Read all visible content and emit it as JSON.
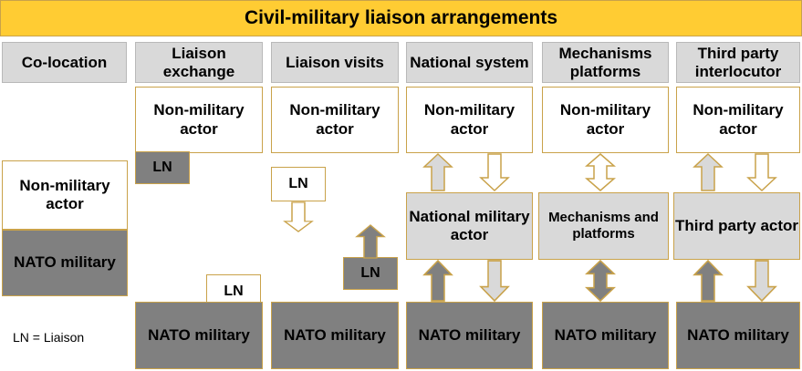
{
  "title": "Civil-military liaison arrangements",
  "headers": {
    "colocation": "Co-location",
    "liaison_exchange": "Liaison exchange",
    "liaison_visits": "Liaison visits",
    "national_system": "National system",
    "mechanisms_platforms": "Mechanisms platforms",
    "third_party": "Third party interlocutor"
  },
  "non_military_actor": "Non-military actor",
  "nato_military": "NATO military",
  "ln": "LN",
  "national_military_actor": "National military actor",
  "mechanisms_and_platforms": "Mechanisms and platforms",
  "third_party_actor": "Third party actor",
  "legend": "LN = Liaison",
  "colors": {
    "title_bg": "#FFCC33",
    "header_bg": "#D9D9D9",
    "dark_box": "#808080",
    "border": "#C9A24A"
  }
}
